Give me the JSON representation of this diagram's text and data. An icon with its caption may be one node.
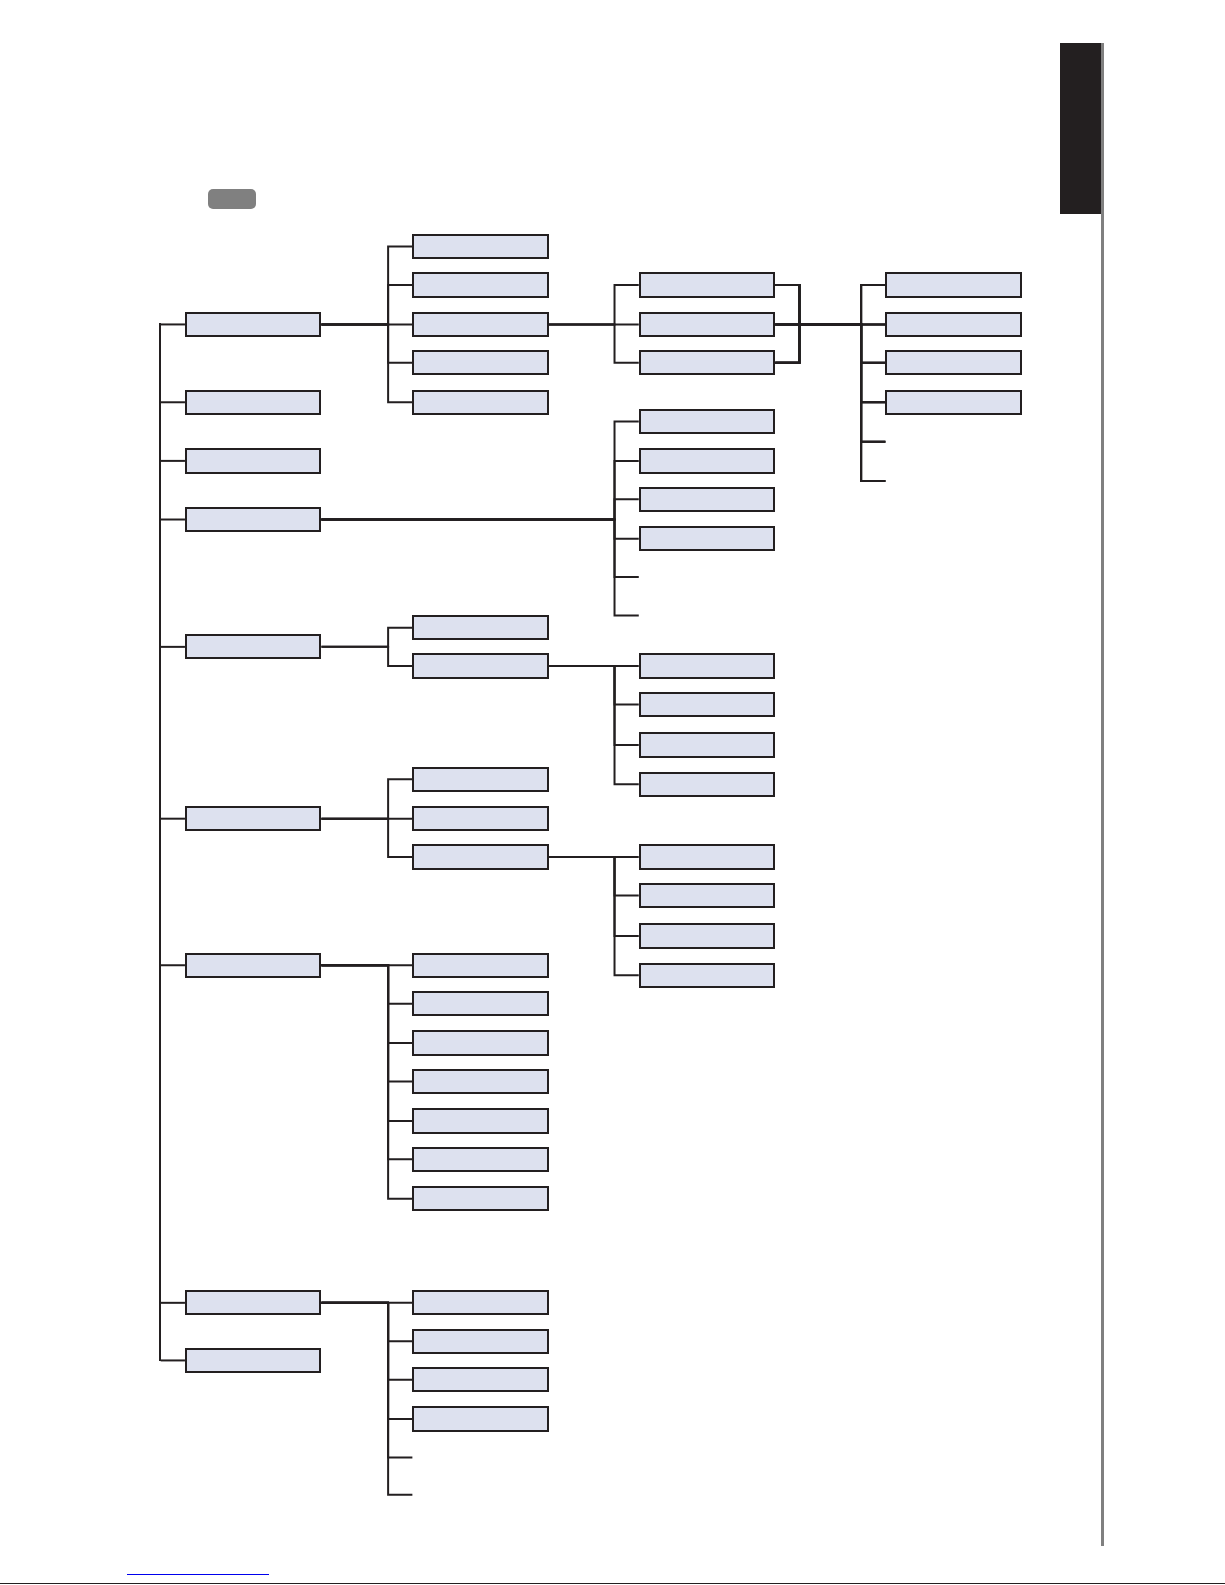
{
  "diagram": {
    "nodes": [
      {
        "text": [],
        "shape": "box"
      },
      {
        "text": [],
        "shape": "box"
      },
      {
        "text": [],
        "shape": "box"
      },
      {
        "text": [],
        "shape": "box"
      },
      {
        "text": [],
        "shape": "box"
      },
      {
        "text": [],
        "shape": "box"
      },
      {
        "text": [],
        "shape": "box"
      },
      {
        "text": [],
        "shape": "box"
      },
      {
        "text": [],
        "shape": "box"
      },
      {
        "text": [],
        "shape": "box"
      },
      {
        "text": [],
        "shape": "box"
      },
      {
        "text": [],
        "shape": "box"
      },
      {
        "text": [],
        "shape": "box"
      },
      {
        "text": [],
        "shape": "box"
      },
      {
        "text": [],
        "shape": "box"
      },
      {
        "text": [],
        "shape": "box"
      },
      {
        "text": [],
        "shape": "box"
      },
      {
        "text": [],
        "shape": "box"
      },
      {
        "text": [],
        "shape": "box"
      },
      {
        "text": [],
        "shape": "box"
      },
      {
        "text": [],
        "shape": "box"
      },
      {
        "text": [],
        "shape": "box"
      },
      {
        "text": [],
        "shape": "box"
      },
      {
        "text": [],
        "shape": "box"
      },
      {
        "text": [],
        "shape": "box"
      },
      {
        "text": [],
        "shape": "box"
      },
      {
        "text": [],
        "shape": "box"
      },
      {
        "text": [],
        "shape": "box"
      },
      {
        "text": [],
        "shape": "box"
      },
      {
        "text": [],
        "shape": "box"
      },
      {
        "text": [],
        "shape": "box"
      },
      {
        "text": [],
        "shape": "box"
      },
      {
        "text": [],
        "shape": "box"
      },
      {
        "text": [],
        "shape": "box"
      },
      {
        "text": [],
        "shape": "box"
      },
      {
        "text": [],
        "shape": "box"
      },
      {
        "text": [],
        "shape": "box"
      },
      {
        "text": [],
        "shape": "box"
      },
      {
        "text": [],
        "shape": "box"
      },
      {
        "text": [],
        "shape": "box"
      },
      {
        "text": [],
        "shape": "box"
      },
      {
        "text": [],
        "shape": "box"
      },
      {
        "text": [],
        "shape": "box"
      },
      {
        "text": [],
        "shape": "box"
      },
      {
        "text": [],
        "shape": "box"
      },
      {
        "text": [],
        "shape": "box"
      },
      {
        "text": [],
        "shape": "box"
      },
      {
        "text": [],
        "shape": "box"
      },
      {
        "text": [],
        "shape": "box"
      },
      {
        "text": [],
        "shape": "bar"
      },
      {
        "text": [],
        "shape": "bar"
      }
    ],
    "edges": [
      {
        "from": 0,
        "to": 1,
        "arrow": "none"
      },
      {
        "from": 0,
        "to": 2,
        "arrow": "none"
      },
      {
        "from": 0,
        "to": 3,
        "arrow": "none"
      },
      {
        "from": 0,
        "to": 4,
        "arrow": "none"
      },
      {
        "from": 0,
        "to": 5,
        "arrow": "none"
      },
      {
        "from": 3,
        "to": 6,
        "arrow": "none"
      },
      {
        "from": 3,
        "to": 7,
        "arrow": "none"
      },
      {
        "from": 3,
        "to": 8,
        "arrow": "none"
      },
      {
        "from": 6,
        "to": 9,
        "arrow": "none"
      },
      {
        "from": 6,
        "to": 10,
        "arrow": "none"
      },
      {
        "from": 6,
        "to": 11,
        "arrow": "none"
      },
      {
        "from": 6,
        "to": 12,
        "arrow": "none"
      },
      {
        "from": 6,
        "to": null,
        "arrow": "none"
      },
      {
        "from": 6,
        "to": null,
        "arrow": "none"
      },
      {
        "from": 7,
        "to": 9,
        "arrow": "none"
      },
      {
        "from": 7,
        "to": 10,
        "arrow": "none"
      },
      {
        "from": 7,
        "to": 11,
        "arrow": "none"
      },
      {
        "from": 7,
        "to": 12,
        "arrow": "none"
      },
      {
        "from": 7,
        "to": null,
        "arrow": "none"
      },
      {
        "from": 7,
        "to": null,
        "arrow": "none"
      },
      {
        "from": 8,
        "to": 9,
        "arrow": "none"
      },
      {
        "from": 8,
        "to": 10,
        "arrow": "none"
      },
      {
        "from": 8,
        "to": 11,
        "arrow": "none"
      },
      {
        "from": 8,
        "to": 12,
        "arrow": "none"
      },
      {
        "from": 8,
        "to": null,
        "arrow": "none"
      },
      {
        "from": 8,
        "to": null,
        "arrow": "none"
      },
      {
        "from": 15,
        "to": 16,
        "arrow": "none"
      },
      {
        "from": 15,
        "to": 17,
        "arrow": "none"
      },
      {
        "from": 15,
        "to": 18,
        "arrow": "none"
      },
      {
        "from": 15,
        "to": 19,
        "arrow": "none"
      },
      {
        "from": 15,
        "to": null,
        "arrow": "none"
      },
      {
        "from": 15,
        "to": null,
        "arrow": "none"
      },
      {
        "from": 20,
        "to": 21,
        "arrow": "none"
      },
      {
        "from": 20,
        "to": 22,
        "arrow": "none"
      },
      {
        "from": 22,
        "to": 23,
        "arrow": "none"
      },
      {
        "from": 22,
        "to": 24,
        "arrow": "none"
      },
      {
        "from": 22,
        "to": 25,
        "arrow": "none"
      },
      {
        "from": 22,
        "to": 26,
        "arrow": "none"
      },
      {
        "from": 27,
        "to": 28,
        "arrow": "none"
      },
      {
        "from": 27,
        "to": 29,
        "arrow": "none"
      },
      {
        "from": 27,
        "to": 30,
        "arrow": "none"
      },
      {
        "from": 30,
        "to": 31,
        "arrow": "none"
      },
      {
        "from": 30,
        "to": 32,
        "arrow": "none"
      },
      {
        "from": 30,
        "to": 33,
        "arrow": "none"
      },
      {
        "from": 30,
        "to": 34,
        "arrow": "none"
      },
      {
        "from": 35,
        "to": 36,
        "arrow": "none"
      },
      {
        "from": 35,
        "to": 37,
        "arrow": "none"
      },
      {
        "from": 35,
        "to": 38,
        "arrow": "none"
      },
      {
        "from": 35,
        "to": 39,
        "arrow": "none"
      },
      {
        "from": 35,
        "to": 40,
        "arrow": "none"
      },
      {
        "from": 35,
        "to": 41,
        "arrow": "none"
      },
      {
        "from": 35,
        "to": 42,
        "arrow": "none"
      },
      {
        "from": 43,
        "to": 44,
        "arrow": "none"
      },
      {
        "from": 43,
        "to": 45,
        "arrow": "none"
      },
      {
        "from": 43,
        "to": 46,
        "arrow": "none"
      },
      {
        "from": 43,
        "to": 47,
        "arrow": "none"
      },
      {
        "from": 43,
        "to": null,
        "arrow": "none"
      },
      {
        "from": 43,
        "to": null,
        "arrow": "none"
      },
      {
        "from": 49,
        "to": 0,
        "arrow": "none"
      },
      {
        "from": 49,
        "to": 13,
        "arrow": "none"
      },
      {
        "from": 49,
        "to": 14,
        "arrow": "none"
      },
      {
        "from": 49,
        "to": 15,
        "arrow": "none"
      },
      {
        "from": 49,
        "to": 20,
        "arrow": "none"
      },
      {
        "from": 49,
        "to": 27,
        "arrow": "none"
      },
      {
        "from": 49,
        "to": 35,
        "arrow": "none"
      },
      {
        "from": 49,
        "to": 43,
        "arrow": "none"
      },
      {
        "from": 49,
        "to": 48,
        "arrow": "none"
      }
    ]
  }
}
